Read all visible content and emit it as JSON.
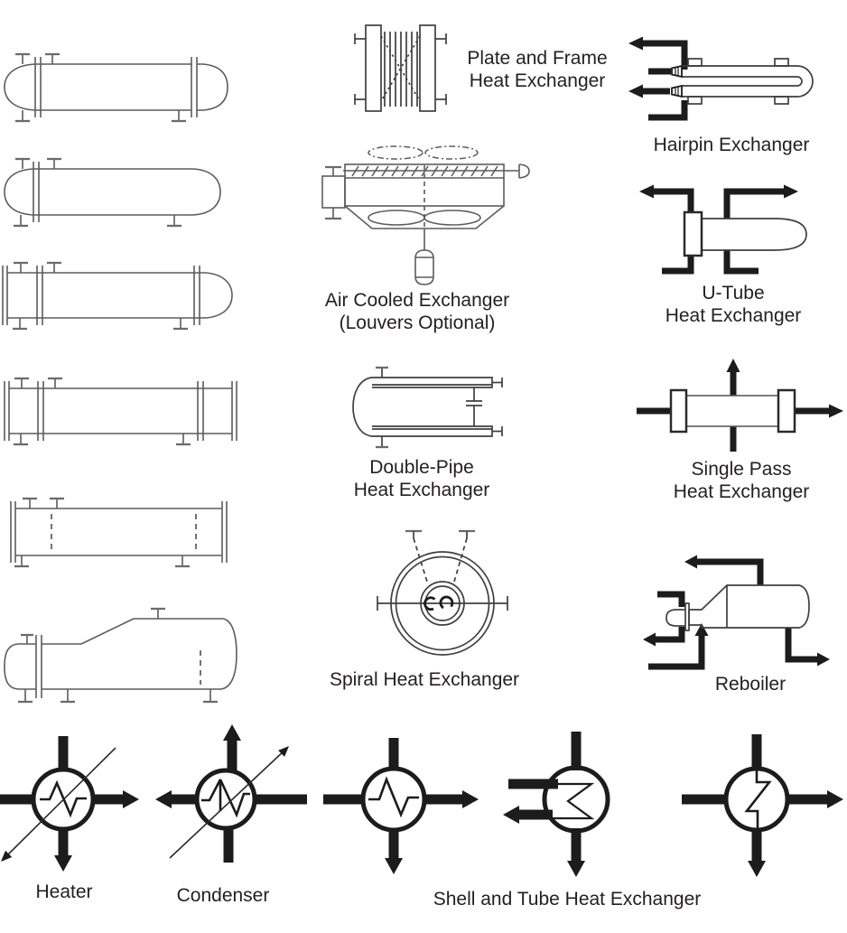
{
  "figure": {
    "title_hint": "Heat exchanger P&ID symbol chart",
    "background": "#ffffff",
    "line_color": "#5c5c5c",
    "accent_color": "#1c1c1c",
    "labels": {
      "plate_frame": {
        "line1": "Plate and Frame",
        "line2": "Heat Exchanger"
      },
      "hairpin": {
        "line1": "Hairpin Exchanger"
      },
      "air_cooled": {
        "line1": "Air Cooled Exchanger",
        "line2": "(Louvers Optional)"
      },
      "u_tube": {
        "line1": "U-Tube",
        "line2": "Heat Exchanger"
      },
      "double_pipe": {
        "line1": "Double-Pipe",
        "line2": "Heat Exchanger"
      },
      "single_pass": {
        "line1": "Single Pass",
        "line2": "Heat Exchanger"
      },
      "spiral": {
        "line1": "Spiral Heat Exchanger"
      },
      "reboiler": {
        "line1": "Reboiler"
      },
      "heater": {
        "line1": "Heater"
      },
      "condenser": {
        "line1": "Condenser"
      },
      "shell_tube": {
        "line1": "Shell and Tube Heat Exchanger"
      }
    },
    "unlabeled_drawings": [
      "shell-and-tube-exchanger-bonnet-both-ends",
      "shell-and-tube-exchanger-integral-head",
      "shell-and-tube-exchanger-flat-end-bonnet",
      "shell-and-tube-exchanger-flat-both-ends",
      "shell-and-tube-exchanger-removable-bundle",
      "kettle-type-exchanger-drawing"
    ]
  }
}
